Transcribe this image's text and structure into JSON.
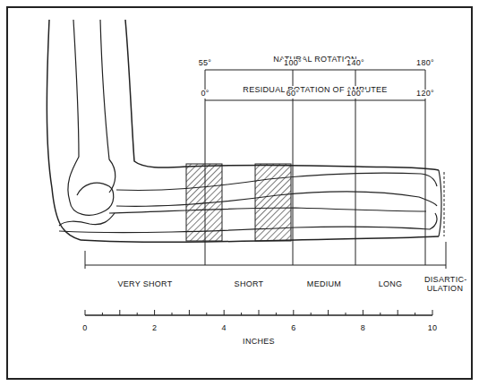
{
  "diagram": {
    "labels": [
      "NATURAL ROTATION",
      "55°",
      "100°",
      "140°",
      "180°",
      "RESIDUAL ROTATION OF AMPUTEE",
      "0°",
      "60°",
      "100°",
      "120°",
      "VERY SHORT",
      "SHORT",
      "MEDIUM",
      "LONG",
      "DISARTIC- ULATION",
      "0",
      "2",
      "4",
      "6",
      "8",
      "10",
      "INCHES"
    ]
  }
}
